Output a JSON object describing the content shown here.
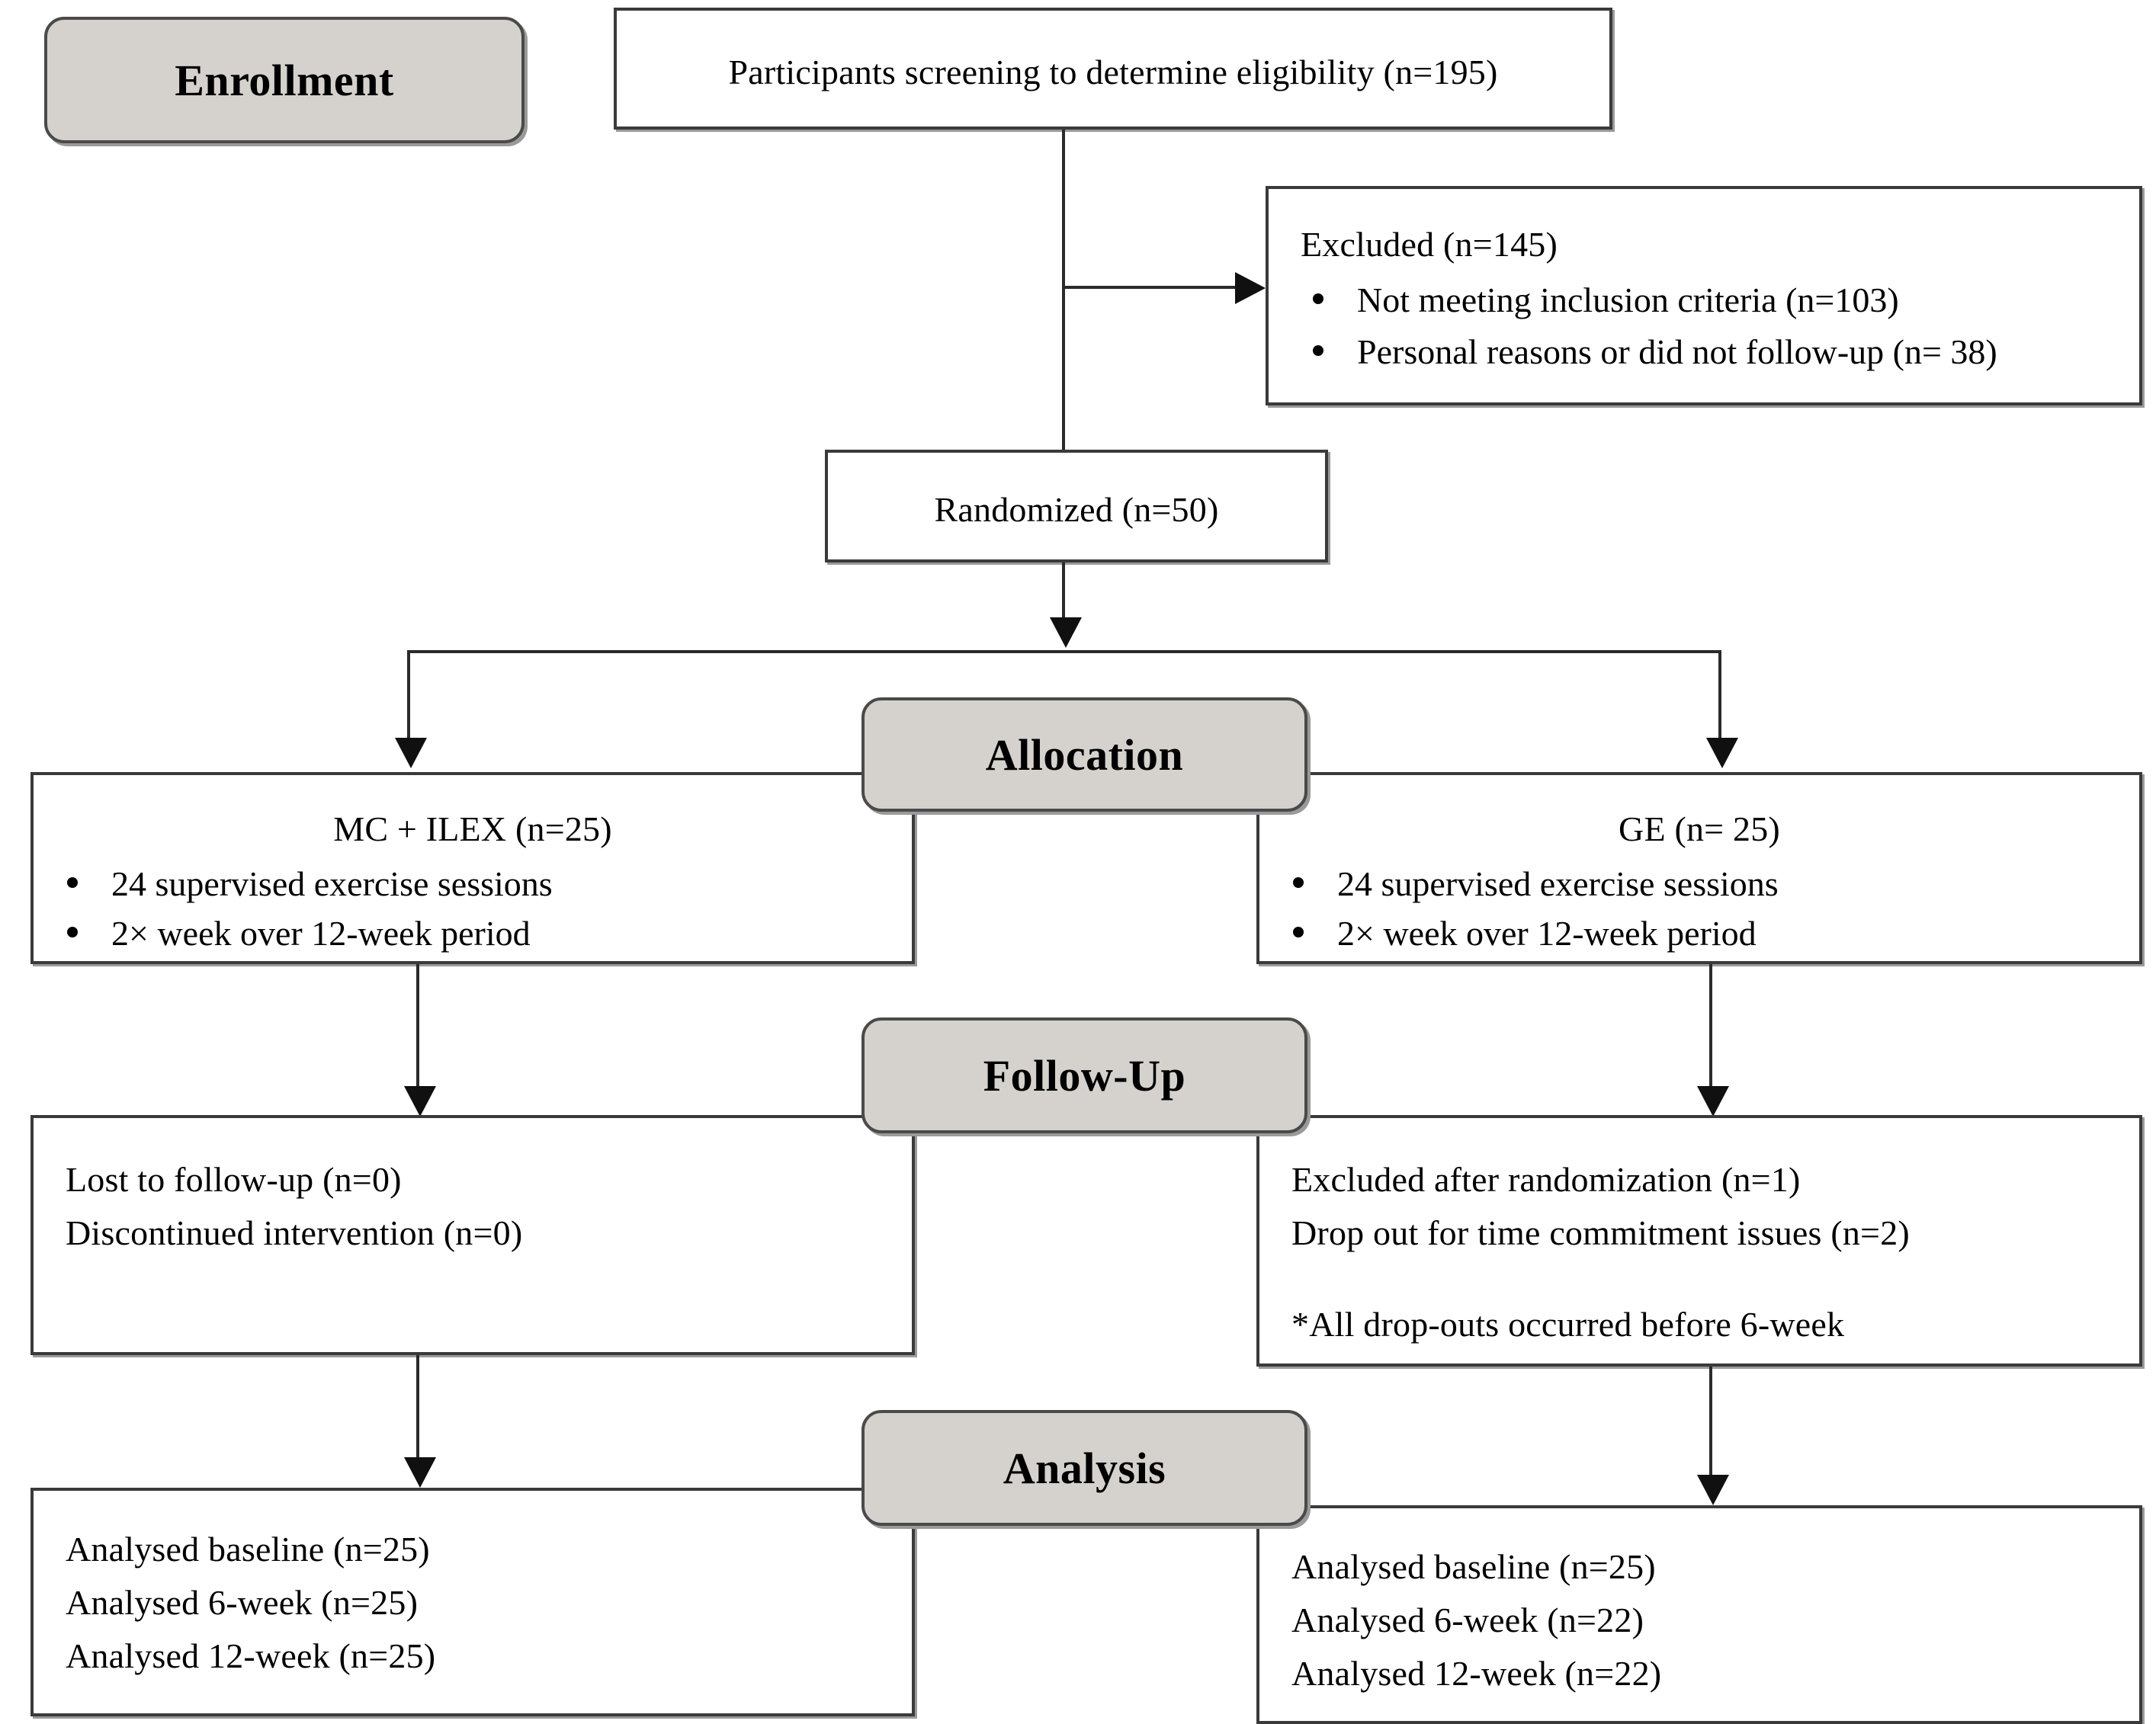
{
  "diagram": {
    "title": "CONSORT participant flow diagram",
    "accent_fill": "#d5d2ce",
    "border_color": "#3a3a3a",
    "line_color": "#2b2b2b"
  },
  "stages": {
    "enrollment": "Enrollment",
    "allocation": "Allocation",
    "followup": "Follow-Up",
    "analysis": "Analysis"
  },
  "screening": {
    "text": "Participants screening to determine eligibility (n=195)"
  },
  "excluded": {
    "heading": "Excluded (n=145)",
    "bullets": [
      "Not meeting inclusion criteria (n=103)",
      "Personal reasons or did not follow-up (n= 38)"
    ]
  },
  "randomized": {
    "text": "Randomized (n=50)"
  },
  "allocation": {
    "left": {
      "title": "MC + ILEX (n=25)",
      "bullets": [
        "24 supervised exercise sessions",
        "2× week over 12-week period"
      ]
    },
    "right": {
      "title": "GE (n= 25)",
      "bullets": [
        "24 supervised exercise sessions",
        "2× week over 12-week period"
      ]
    }
  },
  "followup": {
    "left": {
      "lines": [
        "Lost to follow-up (n=0)",
        "Discontinued intervention (n=0)"
      ]
    },
    "right": {
      "lines": [
        "Excluded after randomization (n=1)",
        "Drop out for time commitment issues (n=2)"
      ],
      "note": "*All drop-outs occurred before 6-week"
    }
  },
  "analysis": {
    "left": {
      "lines": [
        "Analysed baseline (n=25)",
        "Analysed 6-week (n=25)",
        "Analysed 12-week (n=25)"
      ]
    },
    "right": {
      "lines": [
        "Analysed baseline (n=25)",
        "Analysed 6-week (n=22)",
        "Analysed 12-week (n=22)"
      ]
    }
  }
}
